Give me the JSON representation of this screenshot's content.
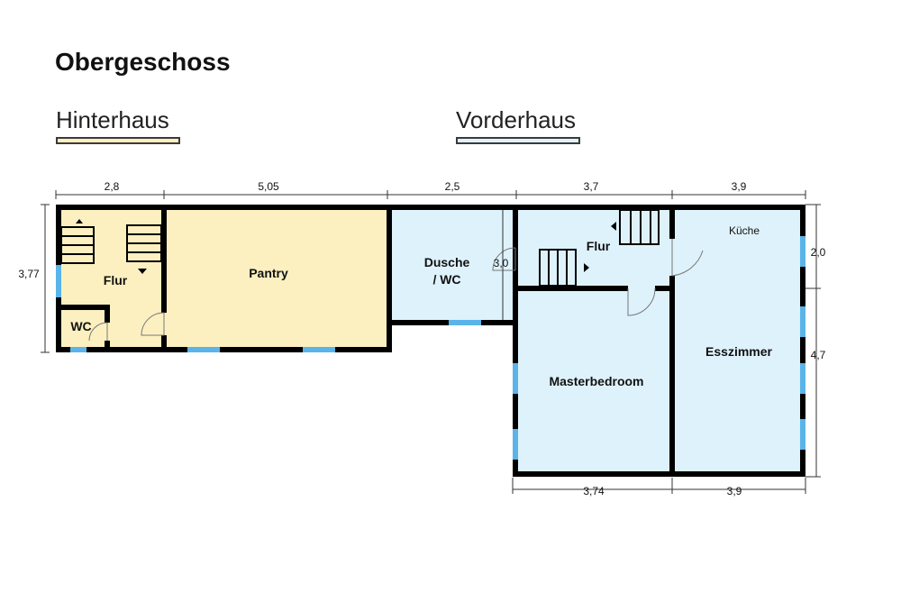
{
  "title": "Obergeschoss",
  "legend": {
    "hinterhaus": {
      "label": "Hinterhaus",
      "color": "#fcf0c0"
    },
    "vorderhaus": {
      "label": "Vorderhaus",
      "color": "#def2fb"
    }
  },
  "rooms": {
    "flur_hinten": "Flur",
    "wc": "WC",
    "pantry": "Pantry",
    "dusche_line1": "Dusche",
    "dusche_line2": "/ WC",
    "flur_vorne": "Flur",
    "kueche": "Küche",
    "esszimmer": "Esszimmer",
    "masterbedroom": "Masterbedroom"
  },
  "dimensions": {
    "top": [
      "2,8",
      "5,05",
      "2,5",
      "3,7",
      "3,9"
    ],
    "left": "3,77",
    "right_upper": "2,0",
    "right_lower": "4,7",
    "bottom": [
      "3,74",
      "3,9"
    ],
    "inner": "3,0"
  },
  "colors": {
    "wall": "#000000",
    "window": "#5ab4ea",
    "dimension_line": "#333333"
  }
}
